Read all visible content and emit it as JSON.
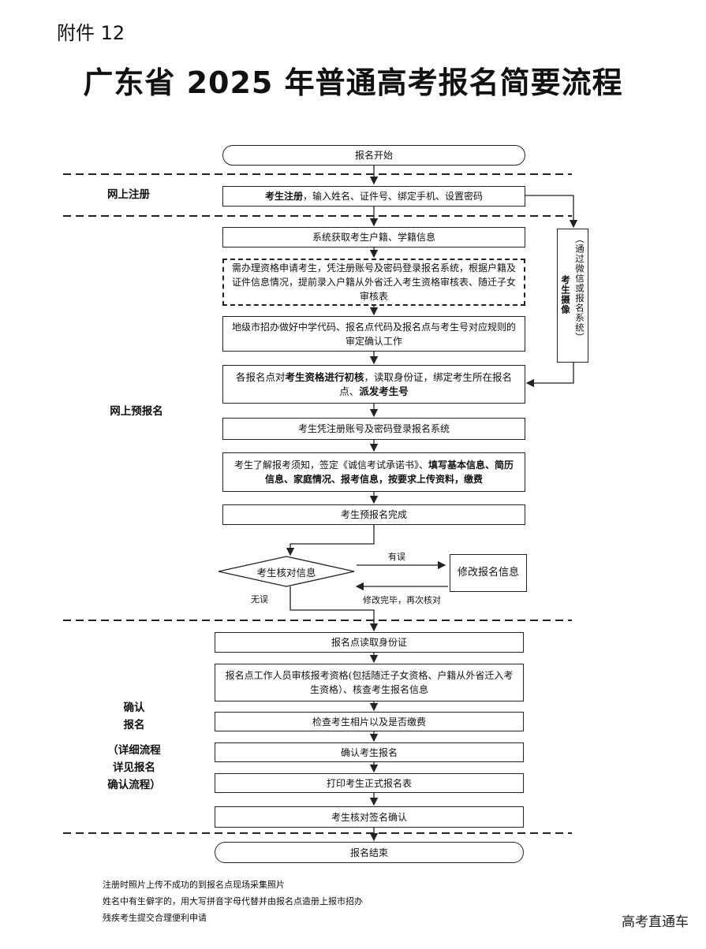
{
  "header": {
    "attachment": "附件 12",
    "title": "广东省 2025 年普通高考报名简要流程"
  },
  "sections": {
    "online_register": "网上注册",
    "online_prereg": "网上预报名",
    "confirm": [
      "确认",
      "报名",
      "",
      "（详细流程",
      "详见报名",
      "确认流程）"
    ]
  },
  "steps": {
    "start": "报名开始",
    "register_bold": "考生注册",
    "register_rest": "，输入姓名、证件号、绑定手机、设置密码",
    "system_fetch": "系统获取考生户籍、学籍信息",
    "qualification": "需办理资格申请考生，凭注册账号及密码登录报名系统，根据户籍及证件信息情况，提前录入户籍从外省迁入考生资格审核表、随迁子女审核表",
    "city_office": "地级市招办做好中学代码、报名点代码及报名点与考生号对应规则的审定确认工作",
    "initial_a": "各报名点对",
    "initial_b": "考生资格进行初核",
    "initial_c": "，读取身份证，绑定考生所在报名点、",
    "initial_d": "派发考生号",
    "login": "考生凭注册账号及密码登录报名系统",
    "fill_a": "考生了解报考须知，签定《诚信考试承诺书》、",
    "fill_b": "填写基本信息、简历信息、家庭情况、报考信息，按要求上传资料，缴费",
    "prereg_done": "考生预报名完成",
    "verify": "考生核对信息",
    "has_error": "有误",
    "no_error": "无误",
    "modify": "修改报名信息",
    "recheck": "修改完毕，再次核对",
    "read_id": "报名点读取身份证",
    "staff_review": "报名点工作人员审核报考资格(包括随迁子女资格、户籍从外省迁入考生资格）、核查考生报名信息",
    "photo_fee": "检查考生相片以及是否缴费",
    "confirm_reg": "确认考生报名",
    "print": "打印考生正式报名表",
    "sign": "考生核对签名确认",
    "end": "报名结束"
  },
  "side_box": {
    "bracket_top": "（",
    "text": "通过微信或报名系统",
    "bracket_bottom": "）",
    "bold": "考生摄像"
  },
  "notes": [
    "注册时照片上传不成功的到报名点现场采集照片",
    "姓名中有生僻字的，用大写拼音字母代替并由报名点造册上报市招办",
    "残疾考生提交合理便利申请"
  ],
  "watermark": "高考直通车"
}
